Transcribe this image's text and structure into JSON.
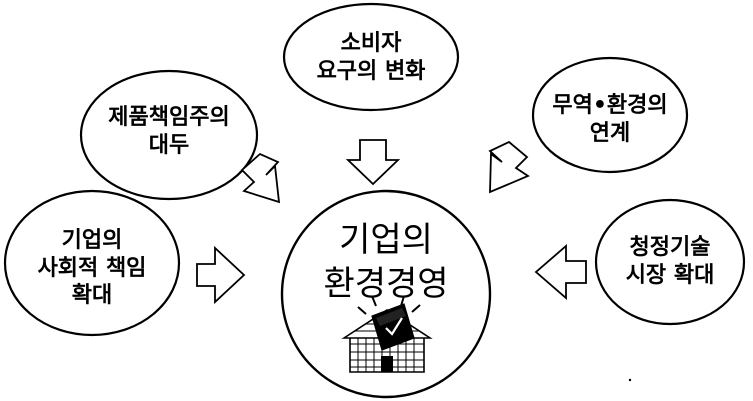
{
  "diagram": {
    "center": {
      "line1": "기업의",
      "line2": "환경경영",
      "icon": "house-with-checkmark-book-icon"
    },
    "factors": [
      {
        "line1": "소비자",
        "line2": "요구의 변화"
      },
      {
        "line1": "제품책임주의",
        "line2": "대두"
      },
      {
        "line1": "무역•환경의",
        "line2": "연계"
      },
      {
        "line1": "기업의",
        "line2": "사회적 책임",
        "line3": "확대"
      },
      {
        "line1": "청정기술",
        "line2": "시장 확대"
      }
    ]
  }
}
